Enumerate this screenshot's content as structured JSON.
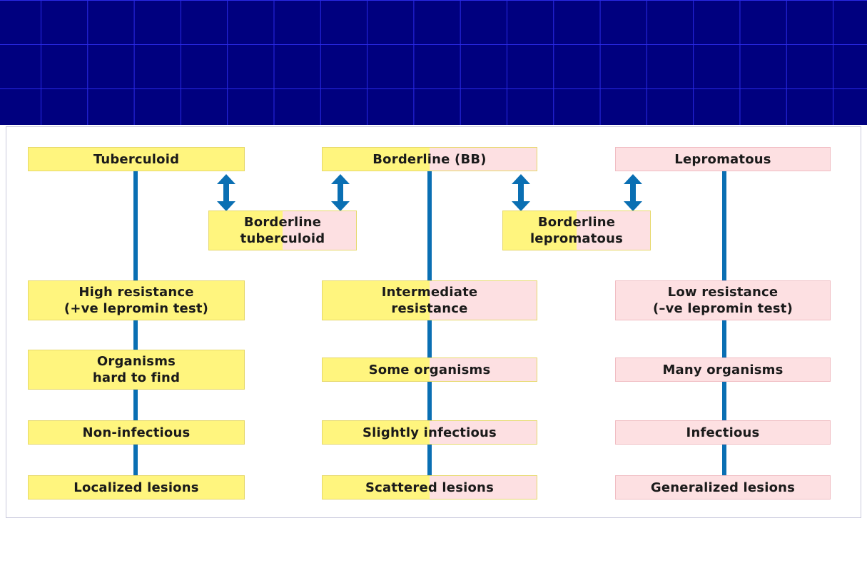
{
  "columns": {
    "left": {
      "title": "Tuberculoid",
      "resistance": "High resistance\n(+ve lepromin test)",
      "organisms": "Organisms\nhard to find",
      "infectivity": "Non-infectious",
      "lesions": "Localized lesions"
    },
    "middle": {
      "title": "Borderline (BB)",
      "resistance": "Intermediate\nresistance",
      "organisms": "Some organisms",
      "infectivity": "Slightly infectious",
      "lesions": "Scattered lesions"
    },
    "right": {
      "title": "Lepromatous",
      "resistance": "Low resistance\n(–ve lepromin test)",
      "organisms": "Many organisms",
      "infectivity": "Infectious",
      "lesions": "Generalized lesions"
    }
  },
  "intermediates": {
    "borderline_tuberculoid": "Borderline\ntuberculoid",
    "borderline_lepromatous": "Borderline\nlepromatous"
  },
  "colors": {
    "tuberculoid": "#fff57e",
    "lepromatous": "#fde0e2",
    "line": "#0a6fb3",
    "header_background": "#00007f",
    "header_grid": "#2a2ae6"
  }
}
